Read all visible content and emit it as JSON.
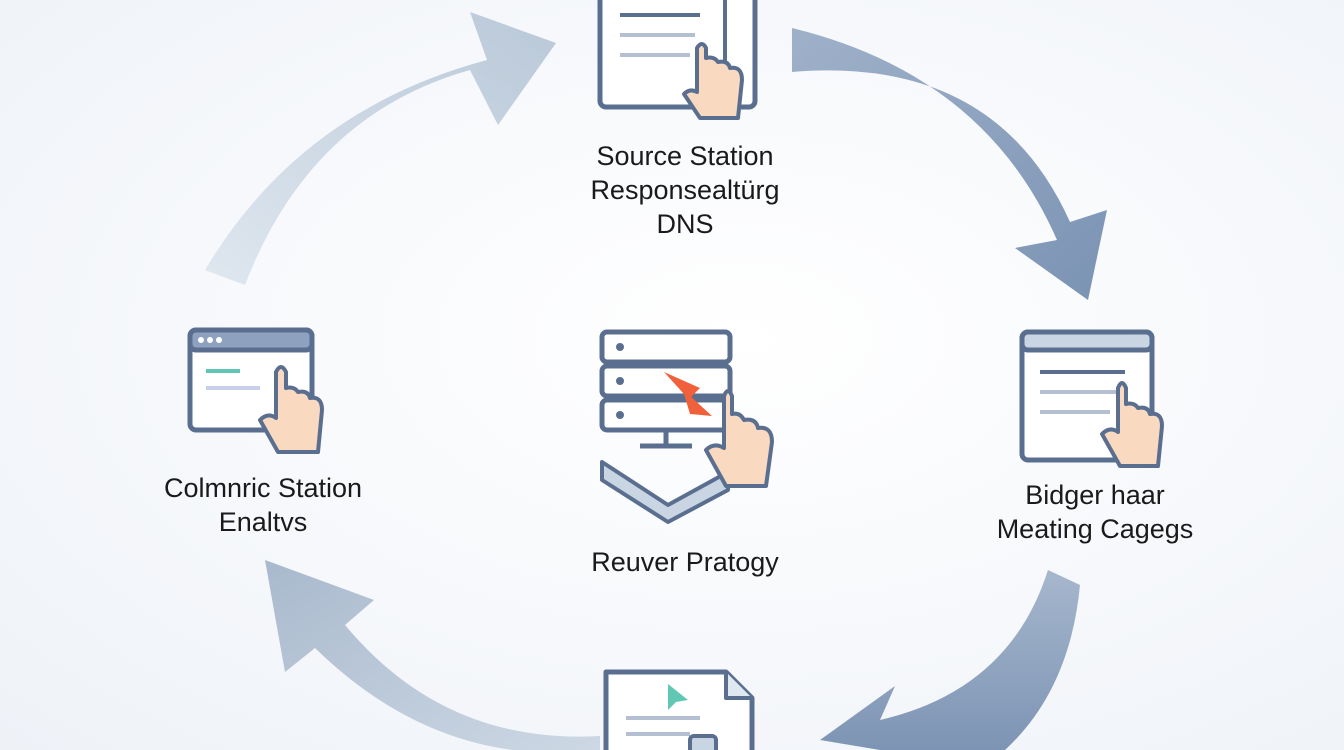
{
  "nodes": {
    "top": {
      "lines": [
        "Source Station",
        "Responsealtürg",
        "DNS"
      ]
    },
    "left": {
      "lines": [
        "Colmnric Station",
        "Enaltvs"
      ]
    },
    "right": {
      "lines": [
        "Bidger haar",
        "Meating Cagegs"
      ]
    },
    "center": {
      "lines": [
        "Reuver Pratogy"
      ]
    },
    "bottom": {
      "lines": []
    }
  },
  "icons": {
    "top": "document-with-hand-icon",
    "left": "browser-window-with-hand-icon",
    "right": "document-with-hand-icon",
    "center": "server-stack-with-cursor-hand-icon",
    "bottom": "file-with-cursor-icon"
  },
  "colors": {
    "arrow_light": "#c9d5e2",
    "arrow_dark": "#7f96b6",
    "icon_stroke": "#5a6f8f",
    "icon_fill": "#ffffff",
    "hand_skin": "#f9d9c0",
    "cursor_red": "#f0603a",
    "cursor_teal": "#5fc7b4",
    "text": "#1a1a1a"
  }
}
